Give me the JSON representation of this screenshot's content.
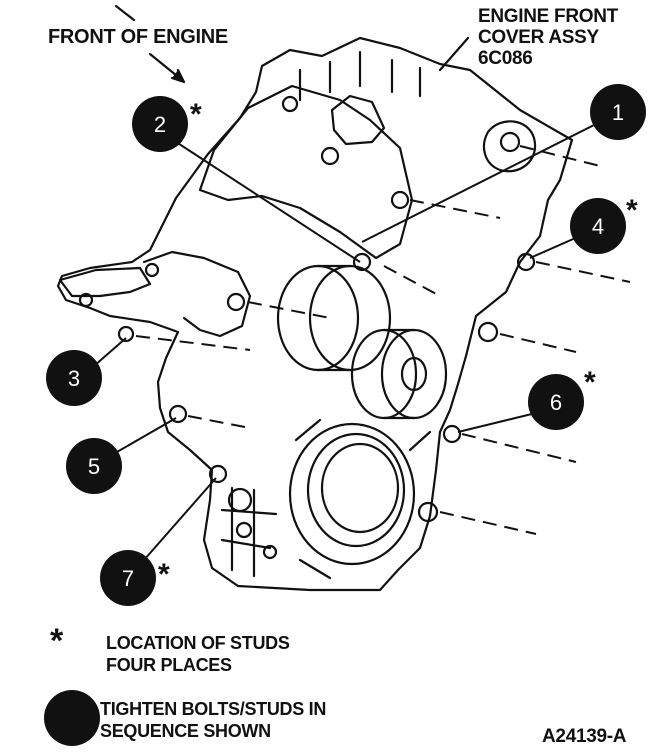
{
  "labels": {
    "front_of_engine": "FRONT OF ENGINE",
    "cover_line1": "ENGINE FRONT",
    "cover_line2": "COVER ASSY",
    "cover_line3": "6C086"
  },
  "callouts": [
    {
      "number": "1",
      "stud": false
    },
    {
      "number": "2",
      "stud": true
    },
    {
      "number": "3",
      "stud": false
    },
    {
      "number": "4",
      "stud": true
    },
    {
      "number": "5",
      "stud": false
    },
    {
      "number": "6",
      "stud": true
    },
    {
      "number": "7",
      "stud": true
    }
  ],
  "legend": {
    "stud_symbol": "*",
    "stud_line1": "LOCATION OF STUDS",
    "stud_line2": "FOUR PLACES",
    "sequence_line1": "TIGHTEN BOLTS/STUDS IN",
    "sequence_line2": "SEQUENCE SHOWN"
  },
  "figure_id": "A24139-A"
}
